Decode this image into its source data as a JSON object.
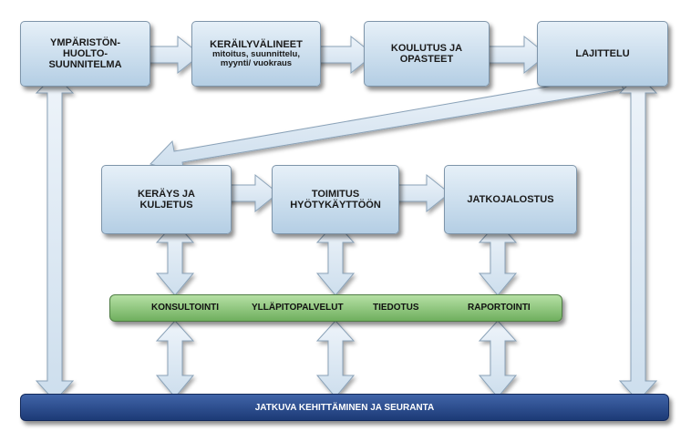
{
  "top_row": {
    "box1": {
      "lines": [
        "YMPÄRISTÖN-",
        "HUOLTO-",
        "SUUNNITELMA"
      ]
    },
    "box2": {
      "title": "KERÄILYVÄLINEET",
      "sub_lines": [
        "mitoitus, suunnittelu,",
        "myynti/ vuokraus"
      ]
    },
    "box3": {
      "lines": [
        "KOULUTUS JA",
        "OPASTEET"
      ]
    },
    "box4": {
      "lines": [
        "LAJITTELU"
      ]
    }
  },
  "middle_row": {
    "box5": {
      "lines": [
        "KERÄYS JA",
        "KULJETUS"
      ]
    },
    "box6": {
      "lines": [
        "TOIMITUS",
        "HYÖTYKÄYTTÖÖN"
      ]
    },
    "box7": {
      "lines": [
        "JATKOJALOSTUS"
      ]
    }
  },
  "services_bar": {
    "items": [
      "KONSULTOINTI",
      "YLLÄPITOPALVELUT",
      "TIEDOTUS",
      "RAPORTOINTI"
    ]
  },
  "bottom_bar": {
    "label": "JATKUVA KEHITTÄMINEN JA SEURANTA"
  },
  "colors": {
    "box_fill": "#c8dcec",
    "arrow_fill": "#dde9f3",
    "services_green": "#8dc67a",
    "bottom_blue": "#274a8e"
  }
}
